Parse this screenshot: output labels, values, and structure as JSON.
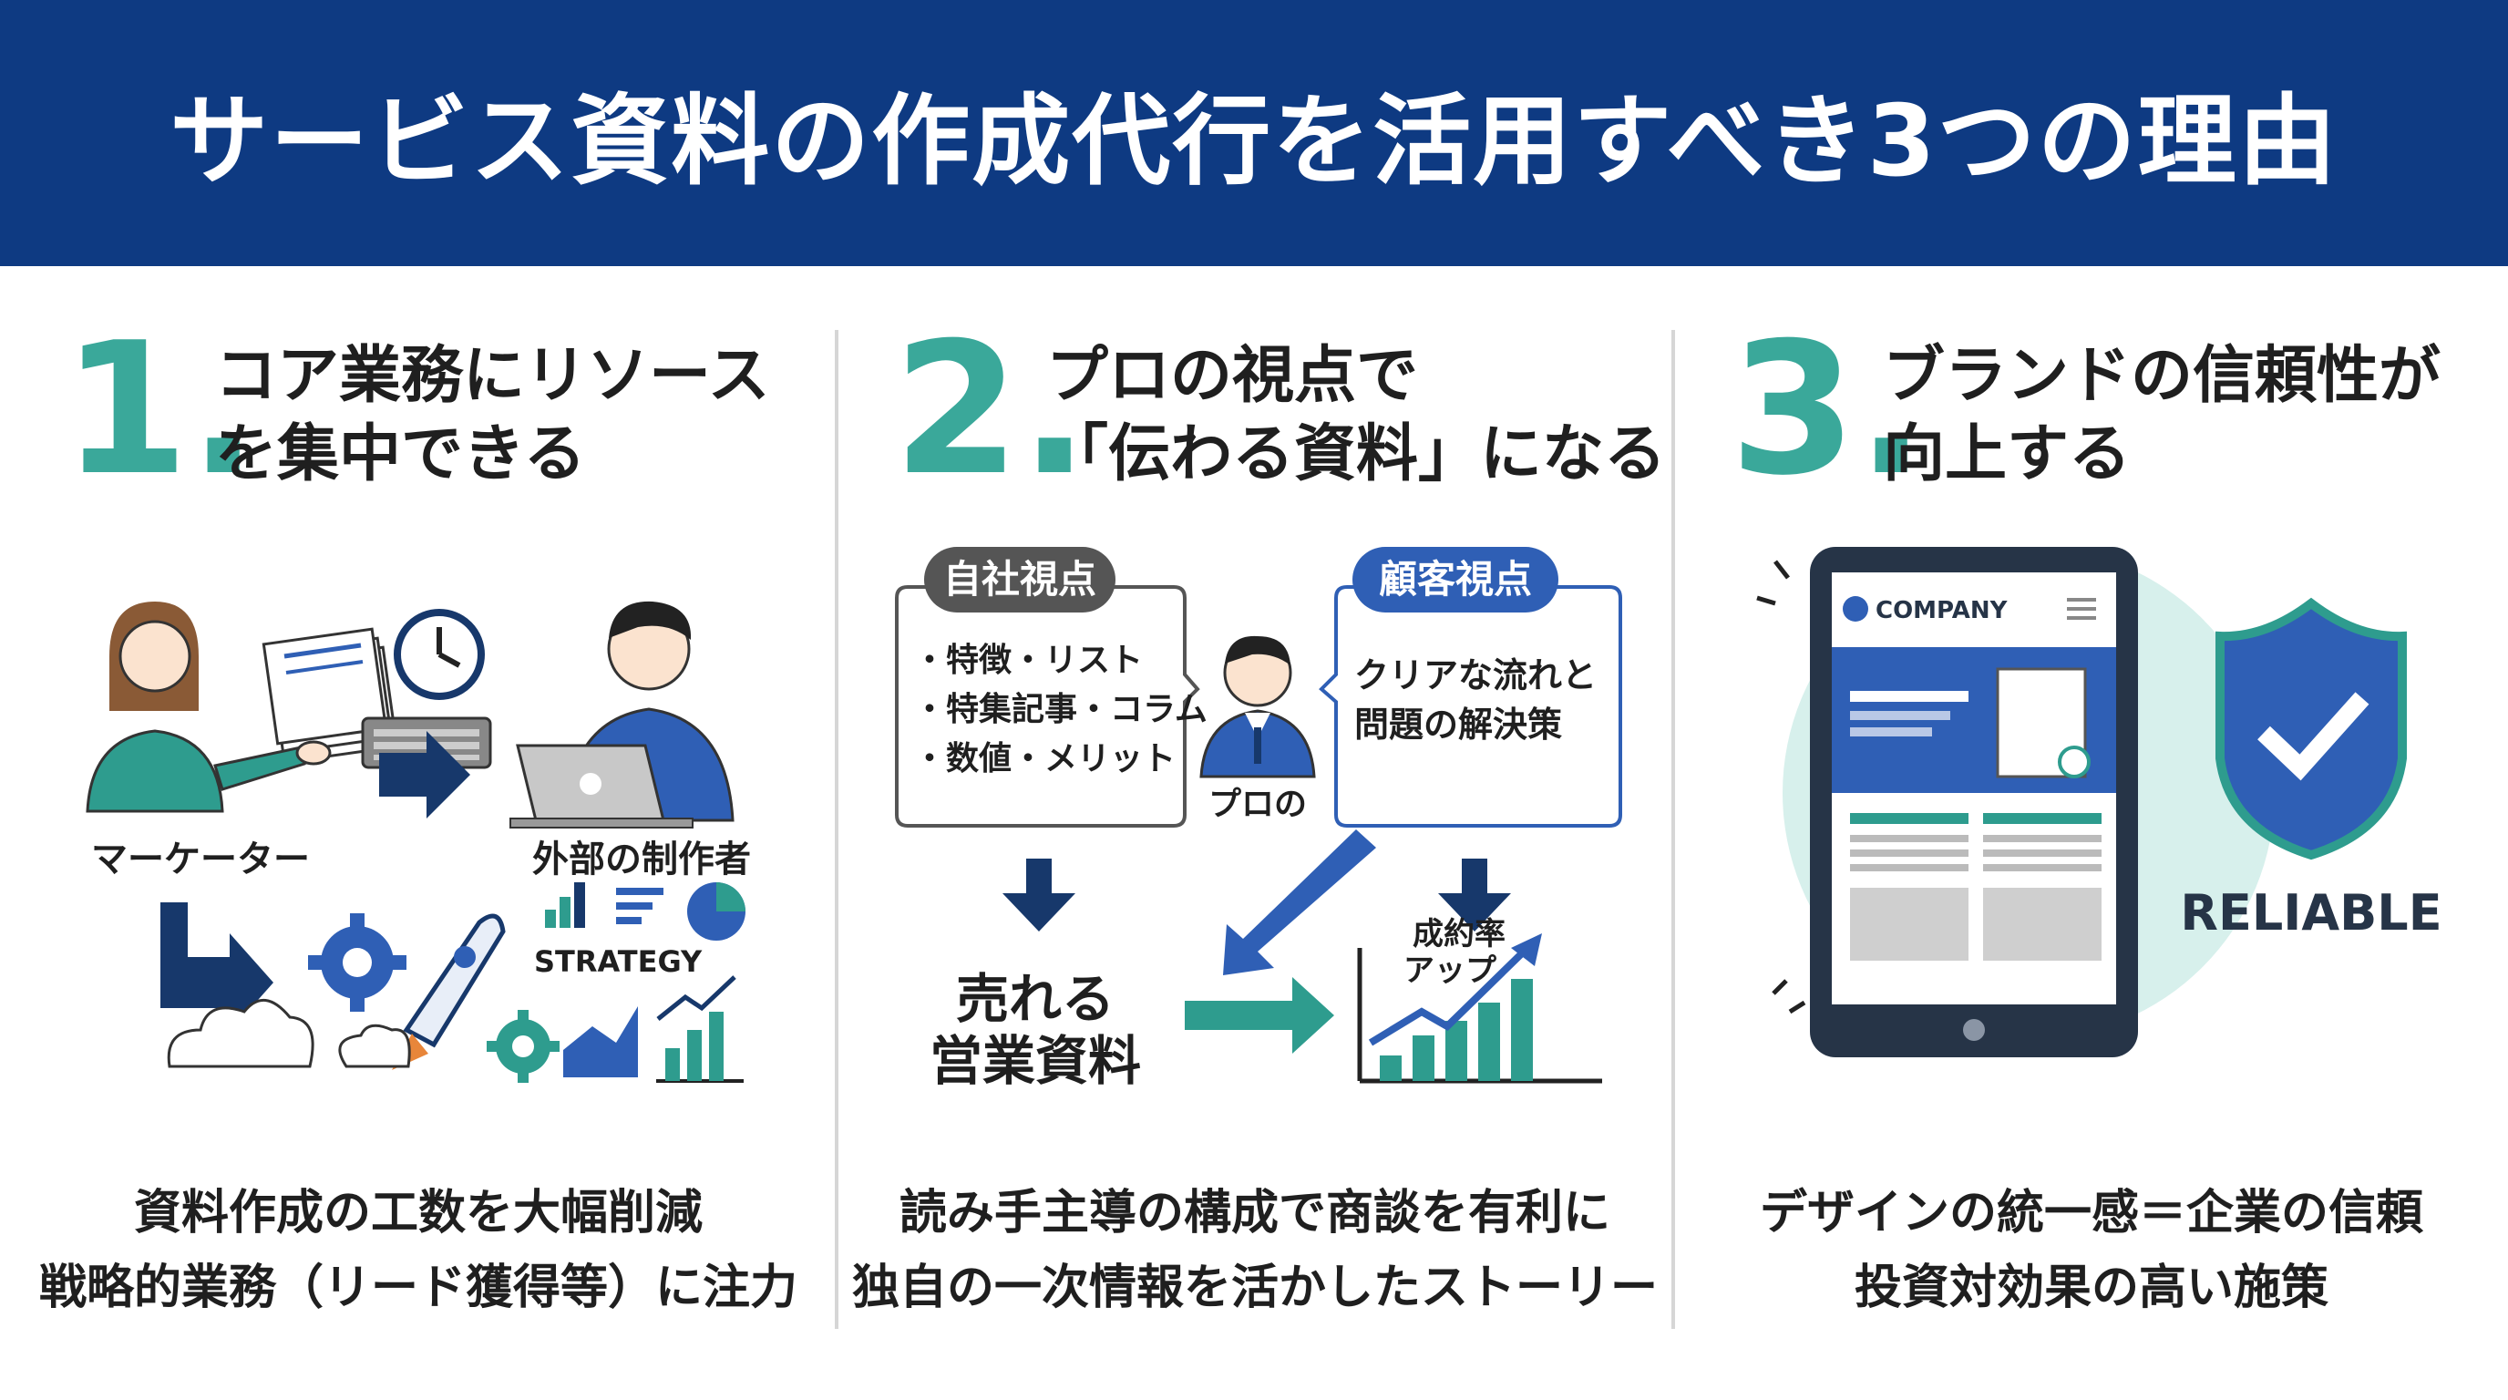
{
  "title": "サービス資料の作成代行を活用すべき3つの理由",
  "colors": {
    "banner": "#0e3a82",
    "accent_teal": "#3aa89a",
    "navy": "#17386b",
    "blue": "#2f5fb5",
    "text": "#1f1f1f"
  },
  "columns": [
    {
      "number": "1",
      "dot": ".",
      "heading_lines": [
        "コア業務にリソース",
        "を集中できる"
      ],
      "illustration": {
        "left_person_label": "マーケーター",
        "right_person_label": "外部の制作者",
        "strategy_label": "STRATEGY",
        "icons": [
          "document-stack-icon",
          "clock-icon",
          "keyboard-icon",
          "laptop-icon",
          "gear-icon",
          "rocket-icon",
          "bar-chart-icon",
          "pie-chart-icon",
          "line-chart-icon"
        ]
      },
      "caption_lines": [
        "資料作成の工数を大幅削減",
        "戦略的業務（リード獲得等）に注力"
      ]
    },
    {
      "number": "2",
      "dot": ".",
      "heading_lines": [
        "プロの視点で",
        "「伝わる資料」になる"
      ],
      "illustration": {
        "left_bubble_title": "自社視点",
        "left_bubble_items": [
          "・特徴・リスト",
          "・特集記事・コラム",
          "・数値・メリット"
        ],
        "right_bubble_title": "顧客視点",
        "right_bubble_lines": [
          "クリアな流れと",
          "問題の解決策"
        ],
        "person_label": "プロの",
        "result_lines": [
          "売れる",
          "営業資料"
        ],
        "chart_label_lines": [
          "成約率",
          "アップ"
        ]
      },
      "caption_lines": [
        "読み手主導の構成で商談を有利に",
        "独自の一次情報を活かしたストーリー"
      ]
    },
    {
      "number": "3",
      "dot": ".",
      "heading_lines": [
        "ブランドの信頼性が",
        "向上する"
      ],
      "illustration": {
        "tablet_brand": "COMPANY",
        "shield_label": "RELIABLE",
        "icons": [
          "tablet-icon",
          "shield-check-icon"
        ]
      },
      "caption_lines": [
        "デザインの統一感＝企業の信頼",
        "投資対効果の高い施策"
      ]
    }
  ]
}
